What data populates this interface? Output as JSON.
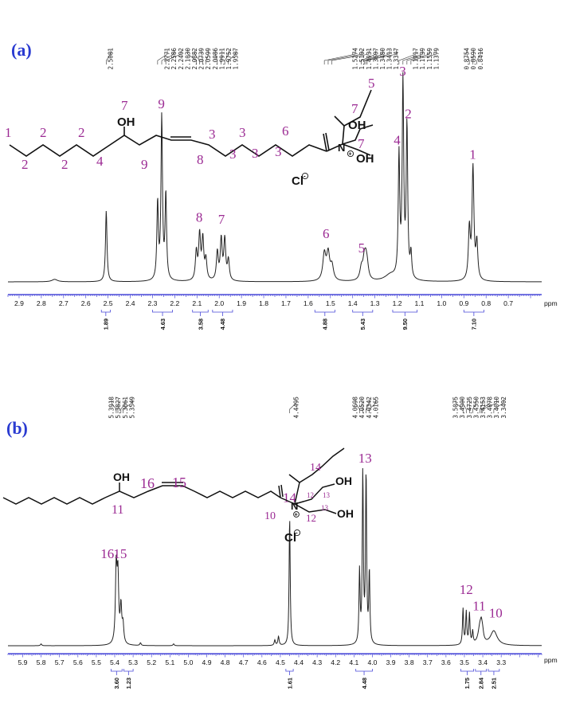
{
  "colors": {
    "panel_label": "#2a3bd1",
    "peak_label": "#9b2a93",
    "axis": "#4a4ad8",
    "spectrum": "#222222",
    "structure": "#111111"
  },
  "chart_data": [
    {
      "type": "line",
      "panel_label": "(a)",
      "xlabel": "ppm",
      "ylabel": "",
      "xlim": [
        2.95,
        0.55
      ],
      "x_reversed": true,
      "ylim": [
        0,
        1
      ],
      "grid": false,
      "tick_labels": [
        "2.9",
        "2.8",
        "2.7",
        "2.6",
        "2.5",
        "2.4",
        "2.3",
        "2.2",
        "2.1",
        "2.0",
        "1.9",
        "1.8",
        "1.7",
        "1.6",
        "1.5",
        "1.4",
        "1.3",
        "1.2",
        "1.1",
        "1.0",
        "0.9",
        "0.8",
        "0.7"
      ],
      "peak_shift_labels": [
        "2.5081",
        "2.2771",
        "2.2586",
        "2.2402",
        "2.1030",
        "2.0882",
        "2.0739",
        "2.0599",
        "2.0086",
        "1.9911",
        "1.9752",
        "1.9587",
        "1.5274",
        "1.5102",
        "1.4931",
        "1.3607",
        "1.3480",
        "1.3413",
        "1.3347",
        "1.1917",
        "1.1739",
        "1.1559",
        "1.1379",
        "0.8754",
        "0.8590",
        "0.8416"
      ],
      "integrals": [
        {
          "label": "1.89",
          "from": 2.53,
          "to": 2.49
        },
        {
          "label": "4.63",
          "from": 2.3,
          "to": 2.21
        },
        {
          "label": "3.58",
          "from": 2.12,
          "to": 2.05
        },
        {
          "label": "4.48",
          "from": 2.03,
          "to": 1.94
        },
        {
          "label": "4.88",
          "from": 1.57,
          "to": 1.48
        },
        {
          "label": "5.43",
          "from": 1.4,
          "to": 1.31
        },
        {
          "label": "9.50",
          "from": 1.22,
          "to": 1.11
        },
        {
          "label": "7.10",
          "from": 0.9,
          "to": 0.81
        }
      ],
      "peaks": [
        {
          "x": 2.74,
          "y": 0.012,
          "w": 0.015
        },
        {
          "x": 2.5081,
          "y": 0.35,
          "w": 0.004
        },
        {
          "x": 2.2771,
          "y": 0.38,
          "w": 0.004
        },
        {
          "x": 2.2586,
          "y": 0.8,
          "w": 0.004
        },
        {
          "x": 2.2402,
          "y": 0.42,
          "w": 0.004
        },
        {
          "x": 2.103,
          "y": 0.14,
          "w": 0.005
        },
        {
          "x": 2.0882,
          "y": 0.22,
          "w": 0.005
        },
        {
          "x": 2.0739,
          "y": 0.2,
          "w": 0.005
        },
        {
          "x": 2.0599,
          "y": 0.1,
          "w": 0.005
        },
        {
          "x": 2.0086,
          "y": 0.14,
          "w": 0.005
        },
        {
          "x": 1.9911,
          "y": 0.2,
          "w": 0.005
        },
        {
          "x": 1.9752,
          "y": 0.2,
          "w": 0.005
        },
        {
          "x": 1.9587,
          "y": 0.1,
          "w": 0.005
        },
        {
          "x": 1.5274,
          "y": 0.13,
          "w": 0.008
        },
        {
          "x": 1.5102,
          "y": 0.13,
          "w": 0.008
        },
        {
          "x": 1.4931,
          "y": 0.07,
          "w": 0.008
        },
        {
          "x": 1.3607,
          "y": 0.06,
          "w": 0.008
        },
        {
          "x": 1.348,
          "y": 0.08,
          "w": 0.007
        },
        {
          "x": 1.3413,
          "y": 0.08,
          "w": 0.007
        },
        {
          "x": 1.3347,
          "y": 0.06,
          "w": 0.007
        },
        {
          "x": 1.23,
          "y": 0.03,
          "w": 0.03
        },
        {
          "x": 1.1917,
          "y": 0.6,
          "w": 0.004
        },
        {
          "x": 1.1739,
          "y": 0.96,
          "w": 0.004
        },
        {
          "x": 1.1559,
          "y": 0.75,
          "w": 0.004
        },
        {
          "x": 1.1379,
          "y": 0.12,
          "w": 0.004
        },
        {
          "x": 0.8754,
          "y": 0.25,
          "w": 0.005
        },
        {
          "x": 0.859,
          "y": 0.55,
          "w": 0.005
        },
        {
          "x": 0.8416,
          "y": 0.18,
          "w": 0.005
        }
      ],
      "annotations": [
        {
          "text": "9",
          "x": 2.26,
          "y": 0.84
        },
        {
          "text": "8",
          "x": 2.09,
          "y": 0.28
        },
        {
          "text": "7",
          "x": 1.99,
          "y": 0.27
        },
        {
          "text": "6",
          "x": 1.52,
          "y": 0.2
        },
        {
          "text": "5",
          "x": 1.36,
          "y": 0.13
        },
        {
          "text": "4",
          "x": 1.2,
          "y": 0.66
        },
        {
          "text": "3",
          "x": 1.175,
          "y": 1.0
        },
        {
          "text": "2",
          "x": 1.15,
          "y": 0.79
        },
        {
          "text": "1",
          "x": 0.86,
          "y": 0.59
        }
      ]
    },
    {
      "type": "line",
      "panel_label": "(b)",
      "xlabel": "ppm",
      "ylabel": "",
      "xlim": [
        5.98,
        3.08
      ],
      "x_reversed": true,
      "ylim": [
        0,
        1
      ],
      "grid": false,
      "tick_labels": [
        "5.9",
        "5.8",
        "5.7",
        "5.6",
        "5.5",
        "5.4",
        "5.3",
        "5.2",
        "5.1",
        "5.0",
        "4.9",
        "4.8",
        "4.7",
        "4.6",
        "4.5",
        "4.4",
        "4.3",
        "4.2",
        "4.1",
        "4.0",
        "3.9",
        "3.8",
        "3.7",
        "3.6",
        "3.5",
        "3.4",
        "3.3"
      ],
      "peak_shift_labels": [
        "5.3918",
        "5.3827",
        "5.3661",
        "5.3549",
        "4.4495",
        "4.0698",
        "4.0520",
        "4.0342",
        "4.0165",
        "3.5075",
        "3.4900",
        "3.4725",
        "3.4550",
        "3.4153",
        "3.4078",
        "3.4010",
        "3.3402"
      ],
      "integrals": [
        {
          "label": "3.60",
          "from": 5.42,
          "to": 5.36
        },
        {
          "label": "1.23",
          "from": 5.35,
          "to": 5.3
        },
        {
          "label": "1.61",
          "from": 4.47,
          "to": 4.43
        },
        {
          "label": "4.48",
          "from": 4.09,
          "to": 4.0
        },
        {
          "label": "1.75",
          "from": 3.52,
          "to": 3.45
        },
        {
          "label": "2.84",
          "from": 3.44,
          "to": 3.38
        },
        {
          "label": "2.51",
          "from": 3.37,
          "to": 3.31
        }
      ],
      "peaks": [
        {
          "x": 5.8,
          "y": 0.01,
          "w": 0.004
        },
        {
          "x": 5.3918,
          "y": 0.42,
          "w": 0.005
        },
        {
          "x": 5.3827,
          "y": 0.36,
          "w": 0.005
        },
        {
          "x": 5.3661,
          "y": 0.2,
          "w": 0.005
        },
        {
          "x": 5.3549,
          "y": 0.1,
          "w": 0.005
        },
        {
          "x": 5.26,
          "y": 0.015,
          "w": 0.004
        },
        {
          "x": 5.08,
          "y": 0.01,
          "w": 0.004
        },
        {
          "x": 4.53,
          "y": 0.03,
          "w": 0.004
        },
        {
          "x": 4.51,
          "y": 0.05,
          "w": 0.004
        },
        {
          "x": 4.4495,
          "y": 0.72,
          "w": 0.0035
        },
        {
          "x": 4.0698,
          "y": 0.4,
          "w": 0.0035
        },
        {
          "x": 4.052,
          "y": 0.95,
          "w": 0.0035
        },
        {
          "x": 4.0342,
          "y": 0.95,
          "w": 0.0035
        },
        {
          "x": 4.0165,
          "y": 0.4,
          "w": 0.0035
        },
        {
          "x": 3.5075,
          "y": 0.2,
          "w": 0.0035
        },
        {
          "x": 3.49,
          "y": 0.18,
          "w": 0.0035
        },
        {
          "x": 3.4725,
          "y": 0.17,
          "w": 0.0035
        },
        {
          "x": 3.455,
          "y": 0.07,
          "w": 0.0035
        },
        {
          "x": 3.4153,
          "y": 0.1,
          "w": 0.012
        },
        {
          "x": 3.4078,
          "y": 0.06,
          "w": 0.006
        },
        {
          "x": 3.401,
          "y": 0.04,
          "w": 0.006
        },
        {
          "x": 3.3402,
          "y": 0.08,
          "w": 0.022
        }
      ],
      "annotations": [
        {
          "text": "16",
          "x": 5.44,
          "y": 0.47
        },
        {
          "text": "15",
          "x": 5.37,
          "y": 0.47
        },
        {
          "text": "14",
          "x": 4.45,
          "y": 0.78
        },
        {
          "text": "13",
          "x": 4.04,
          "y": 1.0
        },
        {
          "text": "12",
          "x": 3.49,
          "y": 0.27
        },
        {
          "text": "11",
          "x": 3.42,
          "y": 0.18
        },
        {
          "text": "10",
          "x": 3.33,
          "y": 0.14
        }
      ]
    }
  ],
  "structures": [
    {
      "labels": [
        "1",
        "2",
        "2",
        "2",
        "2",
        "4",
        "7",
        "OH",
        "9",
        "8",
        "3",
        "3",
        "3",
        "3",
        "3",
        "6",
        "5",
        "7",
        "OH",
        "7",
        "OH",
        "N",
        "Cl"
      ],
      "charge_symbol": "+",
      "anion_symbol": "-"
    },
    {
      "labels": [
        "OH",
        "11",
        "16",
        "15",
        "10",
        "14",
        "12",
        "13",
        "OH",
        "12",
        "13",
        "OH",
        "N",
        "Cl"
      ],
      "charge_symbol": "+",
      "anion_symbol": "-"
    }
  ]
}
